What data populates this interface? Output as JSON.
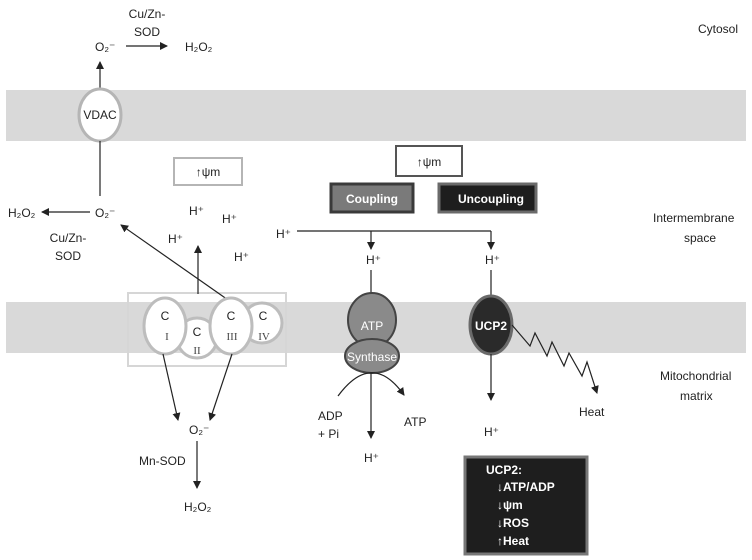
{
  "regions": {
    "cytosol": "Cytosol",
    "intermembrane": [
      "Intermembrane",
      "space"
    ],
    "matrix": [
      "Mitochondrial",
      "matrix"
    ]
  },
  "top": {
    "sod_label": [
      "Cu/Zn-",
      "SOD"
    ],
    "o2": "O₂⁻",
    "h2o2": "H₂O₂"
  },
  "vdac": "VDAC",
  "ims": {
    "h2o2": "H₂O₂",
    "o2": "O₂⁻",
    "sod_label": [
      "Cu/Zn-",
      "SOD"
    ],
    "psi_box": "↑ψm",
    "protons": [
      "H⁺",
      "H⁺",
      "H⁺",
      "H⁺"
    ]
  },
  "complexes": {
    "c1": [
      "C",
      "I"
    ],
    "c2": [
      "C",
      "II"
    ],
    "c3": [
      "C",
      "III"
    ],
    "c4": [
      "C",
      "IV"
    ]
  },
  "matrix_left": {
    "o2": "O₂⁻",
    "sod": "Mn-SOD",
    "h2o2": "H₂O₂"
  },
  "center": {
    "psi_box": "↑ψm",
    "coupling": "Coupling",
    "uncoupling": "Uncoupling",
    "proton_in": "H⁺",
    "proton_ims_atp": "H⁺",
    "proton_ims_ucp": "H⁺",
    "atp_top": "ATP",
    "atp_bottom": "Synthase",
    "adp": [
      "ADP",
      "+ Pi"
    ],
    "atp_out": "ATP",
    "proton_matrix_atp": "H⁺",
    "ucp2": "UCP2",
    "heat": "Heat",
    "proton_matrix_ucp": "H⁺"
  },
  "ucp_box": {
    "title": "UCP2:",
    "lines": [
      "↓ATP/ADP",
      "↓ψm",
      "↓ROS",
      "↑Heat"
    ]
  },
  "colors": {
    "membrane": "#d9d9d9",
    "coupling_fill": "#7a7a7a",
    "uncoupling_fill": "#1e1e1e",
    "atp_synthase": "#8a8a8a",
    "ucp2": "#2a2a2a"
  }
}
